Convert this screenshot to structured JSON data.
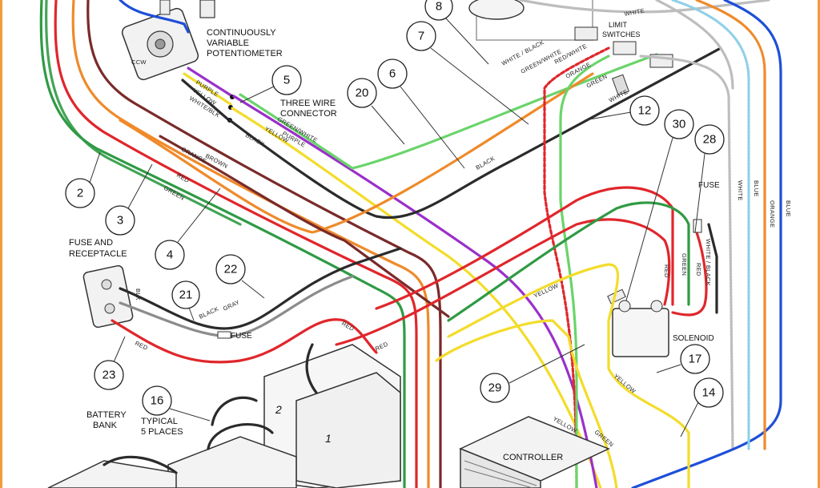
{
  "colors": {
    "red": "#e0262b",
    "green": "#2f9a44",
    "orange": "#ef8a2a",
    "brown": "#7a2a2a",
    "yellow": "#f3dc2a",
    "purple": "#9b30c9",
    "blue": "#1e4fd8",
    "black": "#2b2b2b",
    "gray": "#8c8c8c",
    "white_wire": "#bdbdbd",
    "light_blue": "#8fd0e8",
    "light_green": "#6ad46a"
  },
  "labels": {
    "potentiometer": [
      "CONTINUOUSLY",
      "VARIABLE",
      "POTENTIOMETER"
    ],
    "connector": [
      "THREE WIRE",
      "CONNECTOR"
    ],
    "limit_switches": [
      "LIMIT",
      "SWITCHES"
    ],
    "fuse_receptacle": [
      "FUSE AND",
      "RECEPTACLE"
    ],
    "battery_bank": [
      "BATTERY",
      "BANK"
    ],
    "typical": [
      "TYPICAL",
      "5 PLACES"
    ],
    "solenoid": "SOLENOID",
    "controller": "CONTROLLER",
    "fuse_inline": "FUSE",
    "fuse_right": "FUSE",
    "ccw": "CCW"
  },
  "wire_labels": {
    "green": "GREEN",
    "orange": "ORANGE",
    "red": "RED",
    "brown": "BROWN",
    "black": "BLACK",
    "yellow": "YELLOW",
    "purple": "PURPLE",
    "white": "WHITE",
    "blue": "BLUE",
    "gray": "GRAY",
    "green_white": "GREEN/WHITE",
    "white_black": "WHITE / BLACK",
    "red_white": "RED/WHITE",
    "white_blk": "WHITE/BLK",
    "blk": "BLK"
  },
  "callouts": [
    "2",
    "3",
    "4",
    "5",
    "6",
    "7",
    "8",
    "12",
    "14",
    "16",
    "17",
    "20",
    "21",
    "22",
    "23",
    "28",
    "29",
    "30"
  ],
  "battery_numbers": [
    "1",
    "2"
  ]
}
